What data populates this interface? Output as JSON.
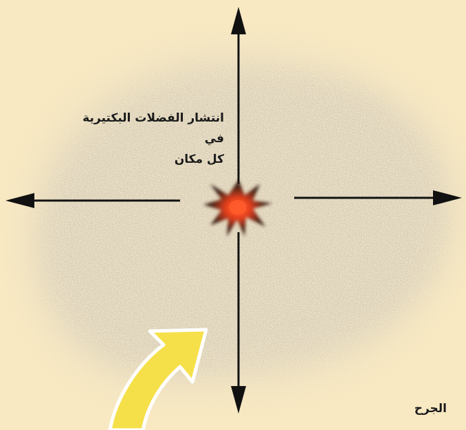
{
  "diagram": {
    "spread_label_line1": "انتشار الفضلات البكتيرية في",
    "spread_label_line2": "كل مكان",
    "wound_label": "الجرح"
  },
  "colors": {
    "background": "#f8e9c3",
    "speckle_cloud": "#9c948a",
    "arrows": "#111111",
    "burst_core": "#e8401c",
    "burst_shadow": "#2a1a12",
    "pointer_arrow_fill": "#f6e04a",
    "pointer_arrow_outline": "#ffffff"
  }
}
